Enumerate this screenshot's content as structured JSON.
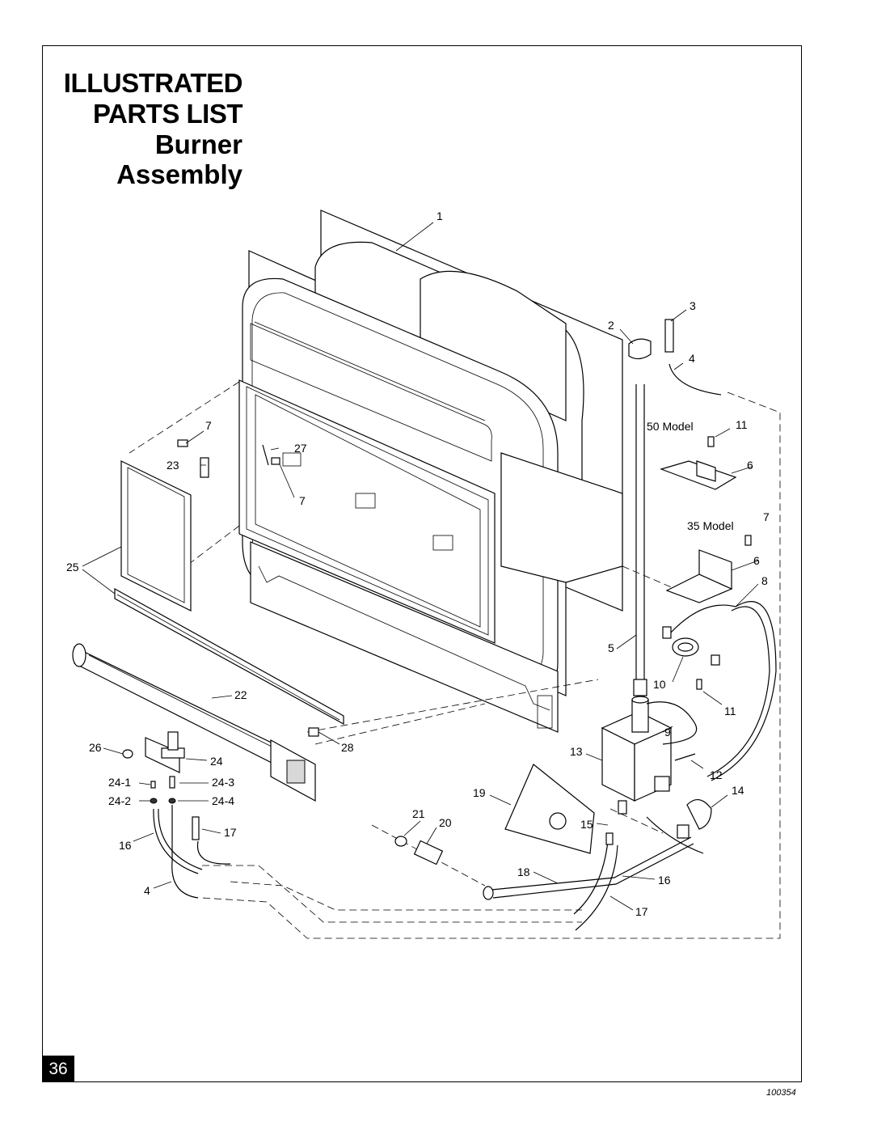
{
  "title": {
    "line1": "ILLUSTRATED",
    "line2": "PARTS LIST",
    "line3": "Burner",
    "line4": "Assembly"
  },
  "page_number": "36",
  "drawing_id": "100354",
  "model_labels": {
    "model_50": "50 Model",
    "model_35": "35 Model"
  },
  "callouts": {
    "c1": "1",
    "c2": "2",
    "c3": "3",
    "c4a": "4",
    "c7a": "7",
    "c27": "27",
    "c23": "23",
    "c7b": "7",
    "c11a": "11",
    "c6a": "6",
    "c7c": "7",
    "c6b": "6",
    "c8": "8",
    "c25": "25",
    "c5": "5",
    "c10": "10",
    "c11b": "11",
    "c9": "9",
    "c22": "22",
    "c26": "26",
    "c28": "28",
    "c24": "24",
    "c24_1": "24-1",
    "c24_3": "24-3",
    "c24_2": "24-2",
    "c24_4": "24-4",
    "c17a": "17",
    "c16a": "16",
    "c4b": "4",
    "c13": "13",
    "c12": "12",
    "c14": "14",
    "c19": "19",
    "c21": "21",
    "c20": "20",
    "c15": "15",
    "c18": "18",
    "c16b": "16",
    "c17b": "17"
  }
}
